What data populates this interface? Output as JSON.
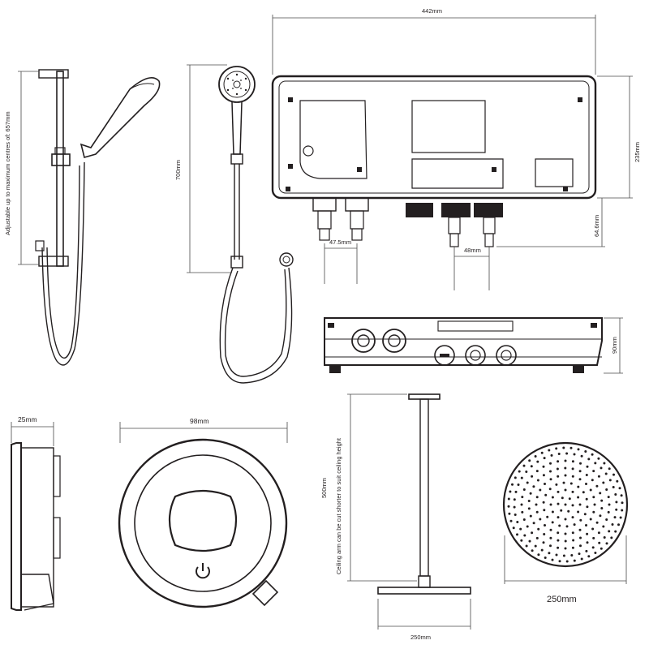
{
  "dimensions": {
    "slide_rail_note": "Adjustable up to maximum centres of: 657mm",
    "handset_height": "700mm",
    "unit_width": "442mm",
    "unit_height": "235mm",
    "outlet_depth": "64.6mm",
    "inlet_spacing": "47.5mm",
    "outlet_spacing": "48mm",
    "unit_depth": "90mm",
    "controller_depth": "25mm",
    "controller_diameter": "98mm",
    "ceiling_arm_length": "500mm",
    "ceiling_arm_note": "Ceiling arm can be cut shorter to suit ceiling height",
    "head_plate_width": "250mm",
    "head_diameter": "250mm"
  },
  "colors": {
    "line": "#231f20",
    "dimension": "#4a4a4a",
    "background": "#ffffff"
  }
}
